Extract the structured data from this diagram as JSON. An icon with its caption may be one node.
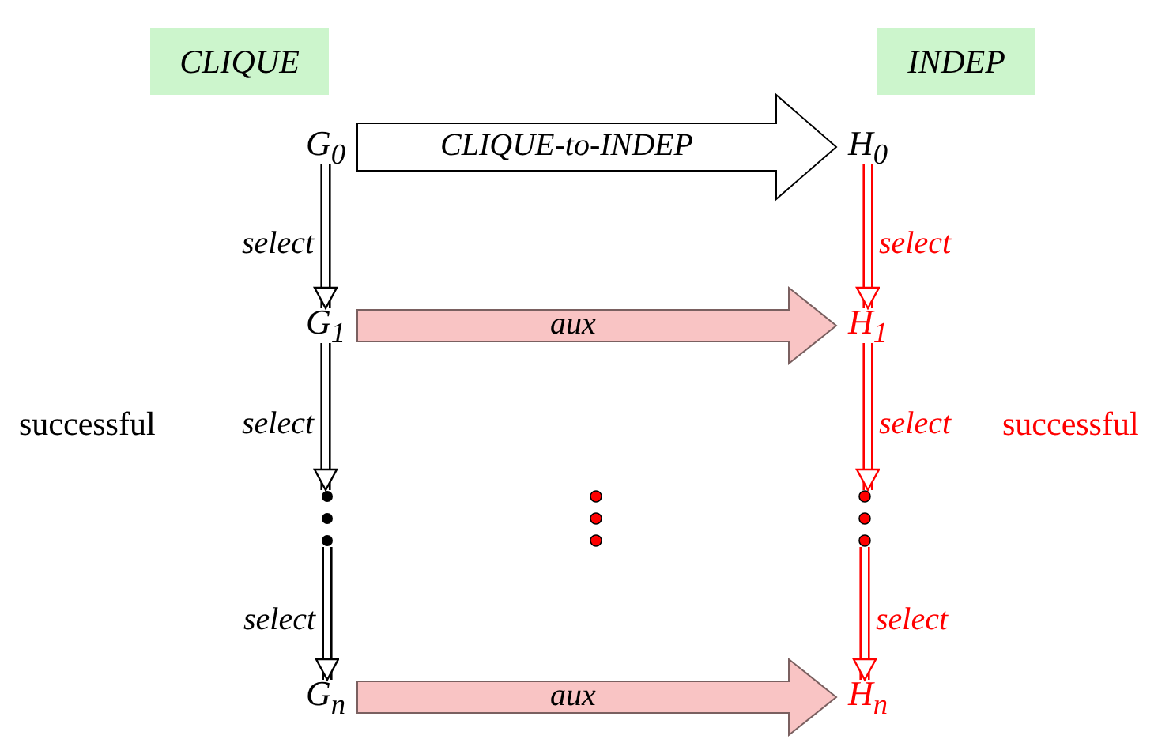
{
  "diagram": {
    "nodes": [
      {
        "text": [
          "CLIQUE"
        ]
      },
      {
        "text": [
          "INDEP"
        ]
      },
      {
        "text": [
          "*G*$_{0}$"
        ]
      },
      {
        "text": [
          "*H*$_{0}$"
        ]
      },
      {
        "text": [
          "*G*$_{1}$"
        ]
      },
      {
        "text": [
          "*H*$_{1}$"
        ]
      },
      {
        "text": [],
        "shape": "dots"
      },
      {
        "text": [],
        "shape": "dots"
      },
      {
        "text": [
          "*G*$_{n}$"
        ]
      },
      {
        "text": [
          "*H*$_{n}$"
        ]
      }
    ],
    "edges": [
      {
        "from": 2,
        "to": 3,
        "arrow": "to",
        "label": "CLIQUE-to-INDEP",
        "style": "thick"
      },
      {
        "from": 2,
        "to": 4,
        "arrow": "to",
        "label": "select"
      },
      {
        "from": 3,
        "to": 5,
        "arrow": "to",
        "label": "select",
        "color": "#ff0000"
      },
      {
        "from": 4,
        "to": 5,
        "arrow": "to",
        "label": "aux",
        "style": "thick",
        "color": "#f9c4c4"
      },
      {
        "from": 4,
        "to": 6,
        "arrow": "to",
        "label": "select"
      },
      {
        "from": 5,
        "to": 7,
        "arrow": "to",
        "label": "select",
        "color": "#ff0000"
      },
      {
        "from": 6,
        "to": 8,
        "arrow": "to",
        "label": "select"
      },
      {
        "from": 7,
        "to": 9,
        "arrow": "to",
        "label": "select",
        "color": "#ff0000"
      },
      {
        "from": 8,
        "to": 9,
        "arrow": "to",
        "label": "aux",
        "style": "thick",
        "color": "#f9c4c4"
      }
    ],
    "labels": [
      "successful",
      "successful"
    ]
  }
}
